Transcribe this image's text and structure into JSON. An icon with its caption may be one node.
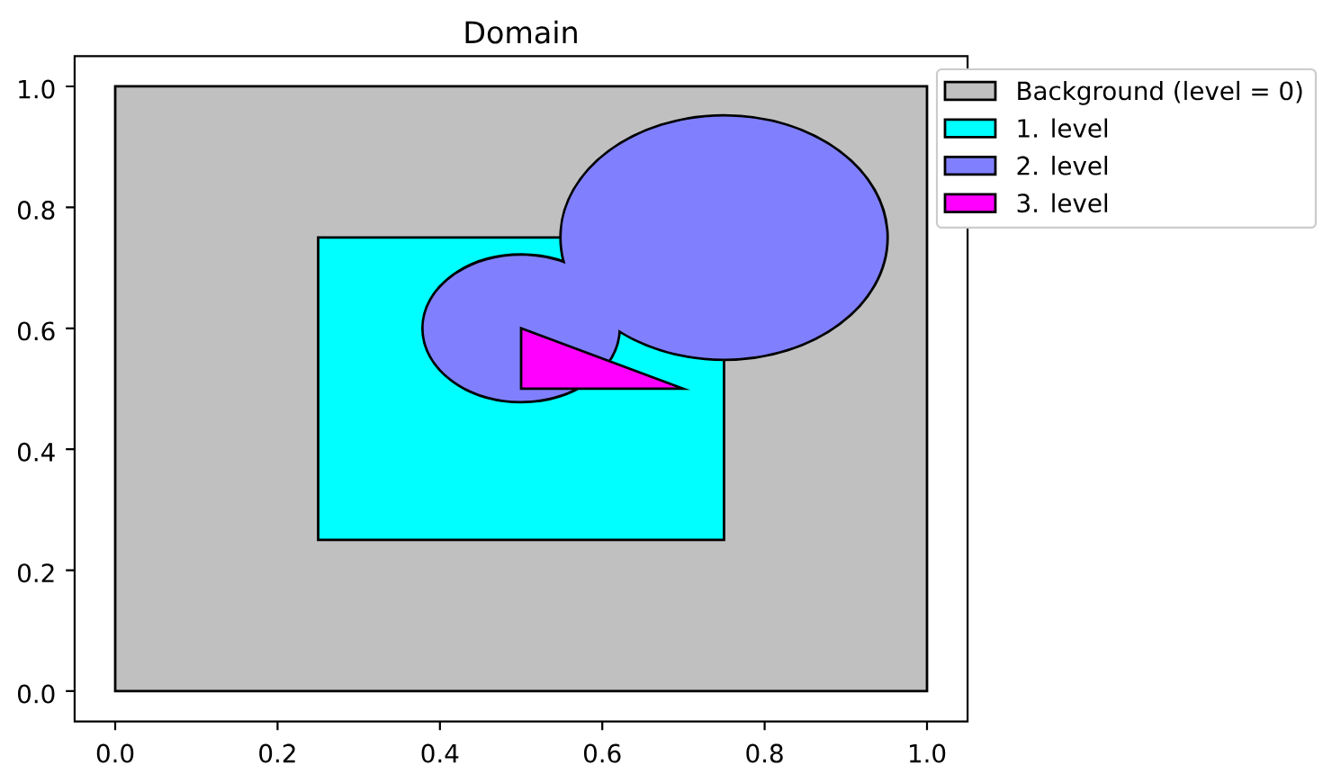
{
  "diagram": {
    "title": "Domain",
    "legend": [
      {
        "text": "Background (level = 0)",
        "color": "#c0c0c0"
      },
      {
        "text": "1. level",
        "color": "#00ffff"
      },
      {
        "text": "2. level",
        "color": "#8080ff"
      },
      {
        "text": "3. level",
        "color": "#ff00ff"
      }
    ],
    "chart_data": {
      "type": "area",
      "xlim": [
        -0.05,
        1.05
      ],
      "ylim": [
        -0.05,
        1.05
      ],
      "xticks": [
        {
          "value": 0.0,
          "label": "0.0"
        },
        {
          "value": 0.2,
          "label": "0.2"
        },
        {
          "value": 0.4,
          "label": "0.4"
        },
        {
          "value": 0.6,
          "label": "0.6"
        },
        {
          "value": 0.8,
          "label": "0.8"
        },
        {
          "value": 1.0,
          "label": "1.0"
        }
      ],
      "yticks": [
        {
          "value": 0.0,
          "label": "0.0"
        },
        {
          "value": 0.2,
          "label": "0.2"
        },
        {
          "value": 0.4,
          "label": "0.4"
        },
        {
          "value": 0.6,
          "label": "0.6"
        },
        {
          "value": 0.8,
          "label": "0.8"
        },
        {
          "value": 1.0,
          "label": "1.0"
        }
      ]
    }
  }
}
